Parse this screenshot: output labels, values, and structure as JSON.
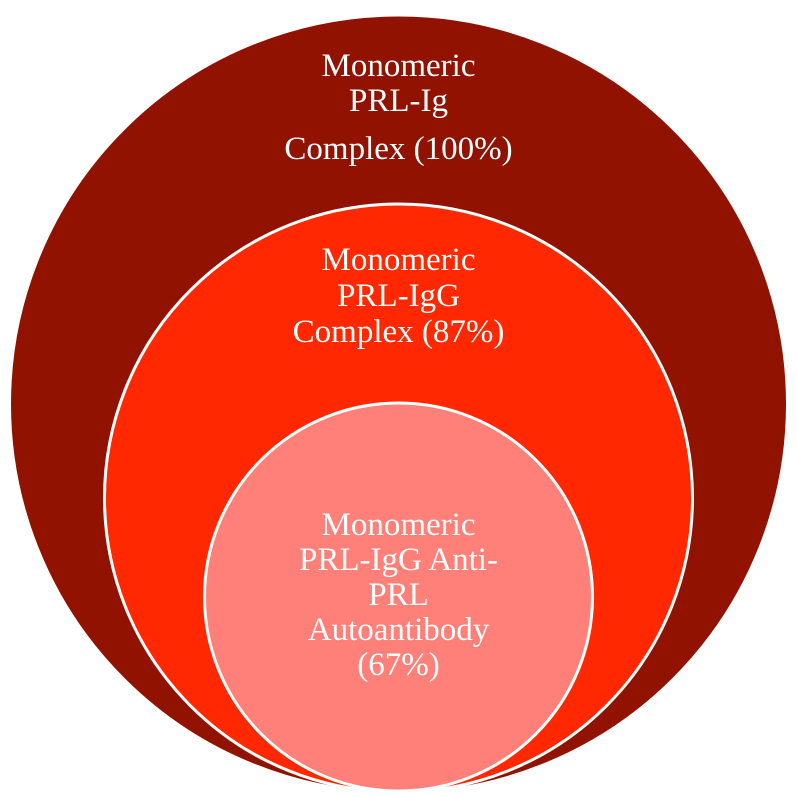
{
  "diagram": {
    "outer": {
      "label_lines": [
        "Monomeric",
        "PRL-Ig",
        "Complex (100%)"
      ],
      "fill": "#921200",
      "stroke": "#ffffff"
    },
    "middle": {
      "label_lines": [
        "Monomeric",
        "PRL-IgG",
        "Complex (87%)"
      ],
      "fill": "#ff2800",
      "stroke": "#ffffff"
    },
    "inner": {
      "label_lines": [
        "Monomeric",
        "PRL-IgG Anti-",
        "PRL",
        "Autoantibody",
        "(67%)"
      ],
      "fill": "#ff8079",
      "stroke": "#ffffff"
    }
  }
}
